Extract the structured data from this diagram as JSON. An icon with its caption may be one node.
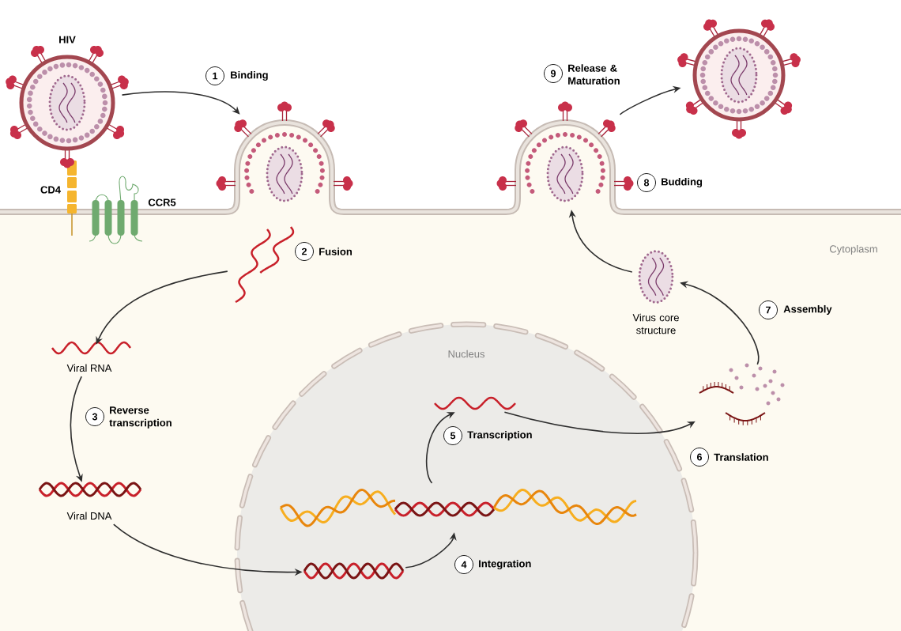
{
  "diagram": {
    "nodes": [
      {
        "text": [
          "HIV"
        ]
      },
      {
        "text": [],
        "shape": "picture"
      },
      {
        "text": [],
        "shape": "picture",
        "beside": [
          "Fusion"
        ]
      },
      {
        "text": [
          "Viral RNA"
        ]
      },
      {
        "text": [
          "Viral DNA"
        ]
      },
      {
        "text": [
          "Nucleus"
        ]
      },
      {
        "text": [],
        "shape": "picture",
        "in": 5
      },
      {
        "text": [],
        "shape": "picture",
        "in": 5
      },
      {
        "text": [],
        "shape": "picture",
        "in": 5
      },
      {
        "text": [],
        "shape": "picture"
      },
      {
        "text": [
          "Virus core structure"
        ]
      },
      {
        "text": [],
        "shape": "picture",
        "beside": [
          "Budding"
        ]
      },
      {
        "text": [],
        "shape": "picture"
      }
    ],
    "edges": [
      {
        "from": 0,
        "to": 1,
        "arrow": "to",
        "label": "Binding"
      },
      {
        "from": 2,
        "to": 3,
        "arrow": "to"
      },
      {
        "from": 3,
        "to": 4,
        "arrow": "to",
        "label": "Reverse transcription"
      },
      {
        "from": 4,
        "to": 6,
        "arrow": "to"
      },
      {
        "from": 6,
        "to": 7,
        "arrow": "to",
        "label": "Integration"
      },
      {
        "from": 7,
        "to": 8,
        "arrow": "to",
        "label": "Transcription"
      },
      {
        "from": 8,
        "to": 9,
        "arrow": "to",
        "label": "Translation"
      },
      {
        "from": 9,
        "to": 10,
        "arrow": "to",
        "label": "Assembly"
      },
      {
        "from": 10,
        "to": 11,
        "arrow": "to"
      },
      {
        "from": 11,
        "to": 12,
        "arrow": "to",
        "label": "Release & Maturation"
      }
    ],
    "labels": [
      "9",
      "1",
      "8",
      "CD4",
      "CCR5",
      "2",
      "Cytoplasm",
      "7",
      "3",
      "5",
      "6",
      "4"
    ]
  }
}
